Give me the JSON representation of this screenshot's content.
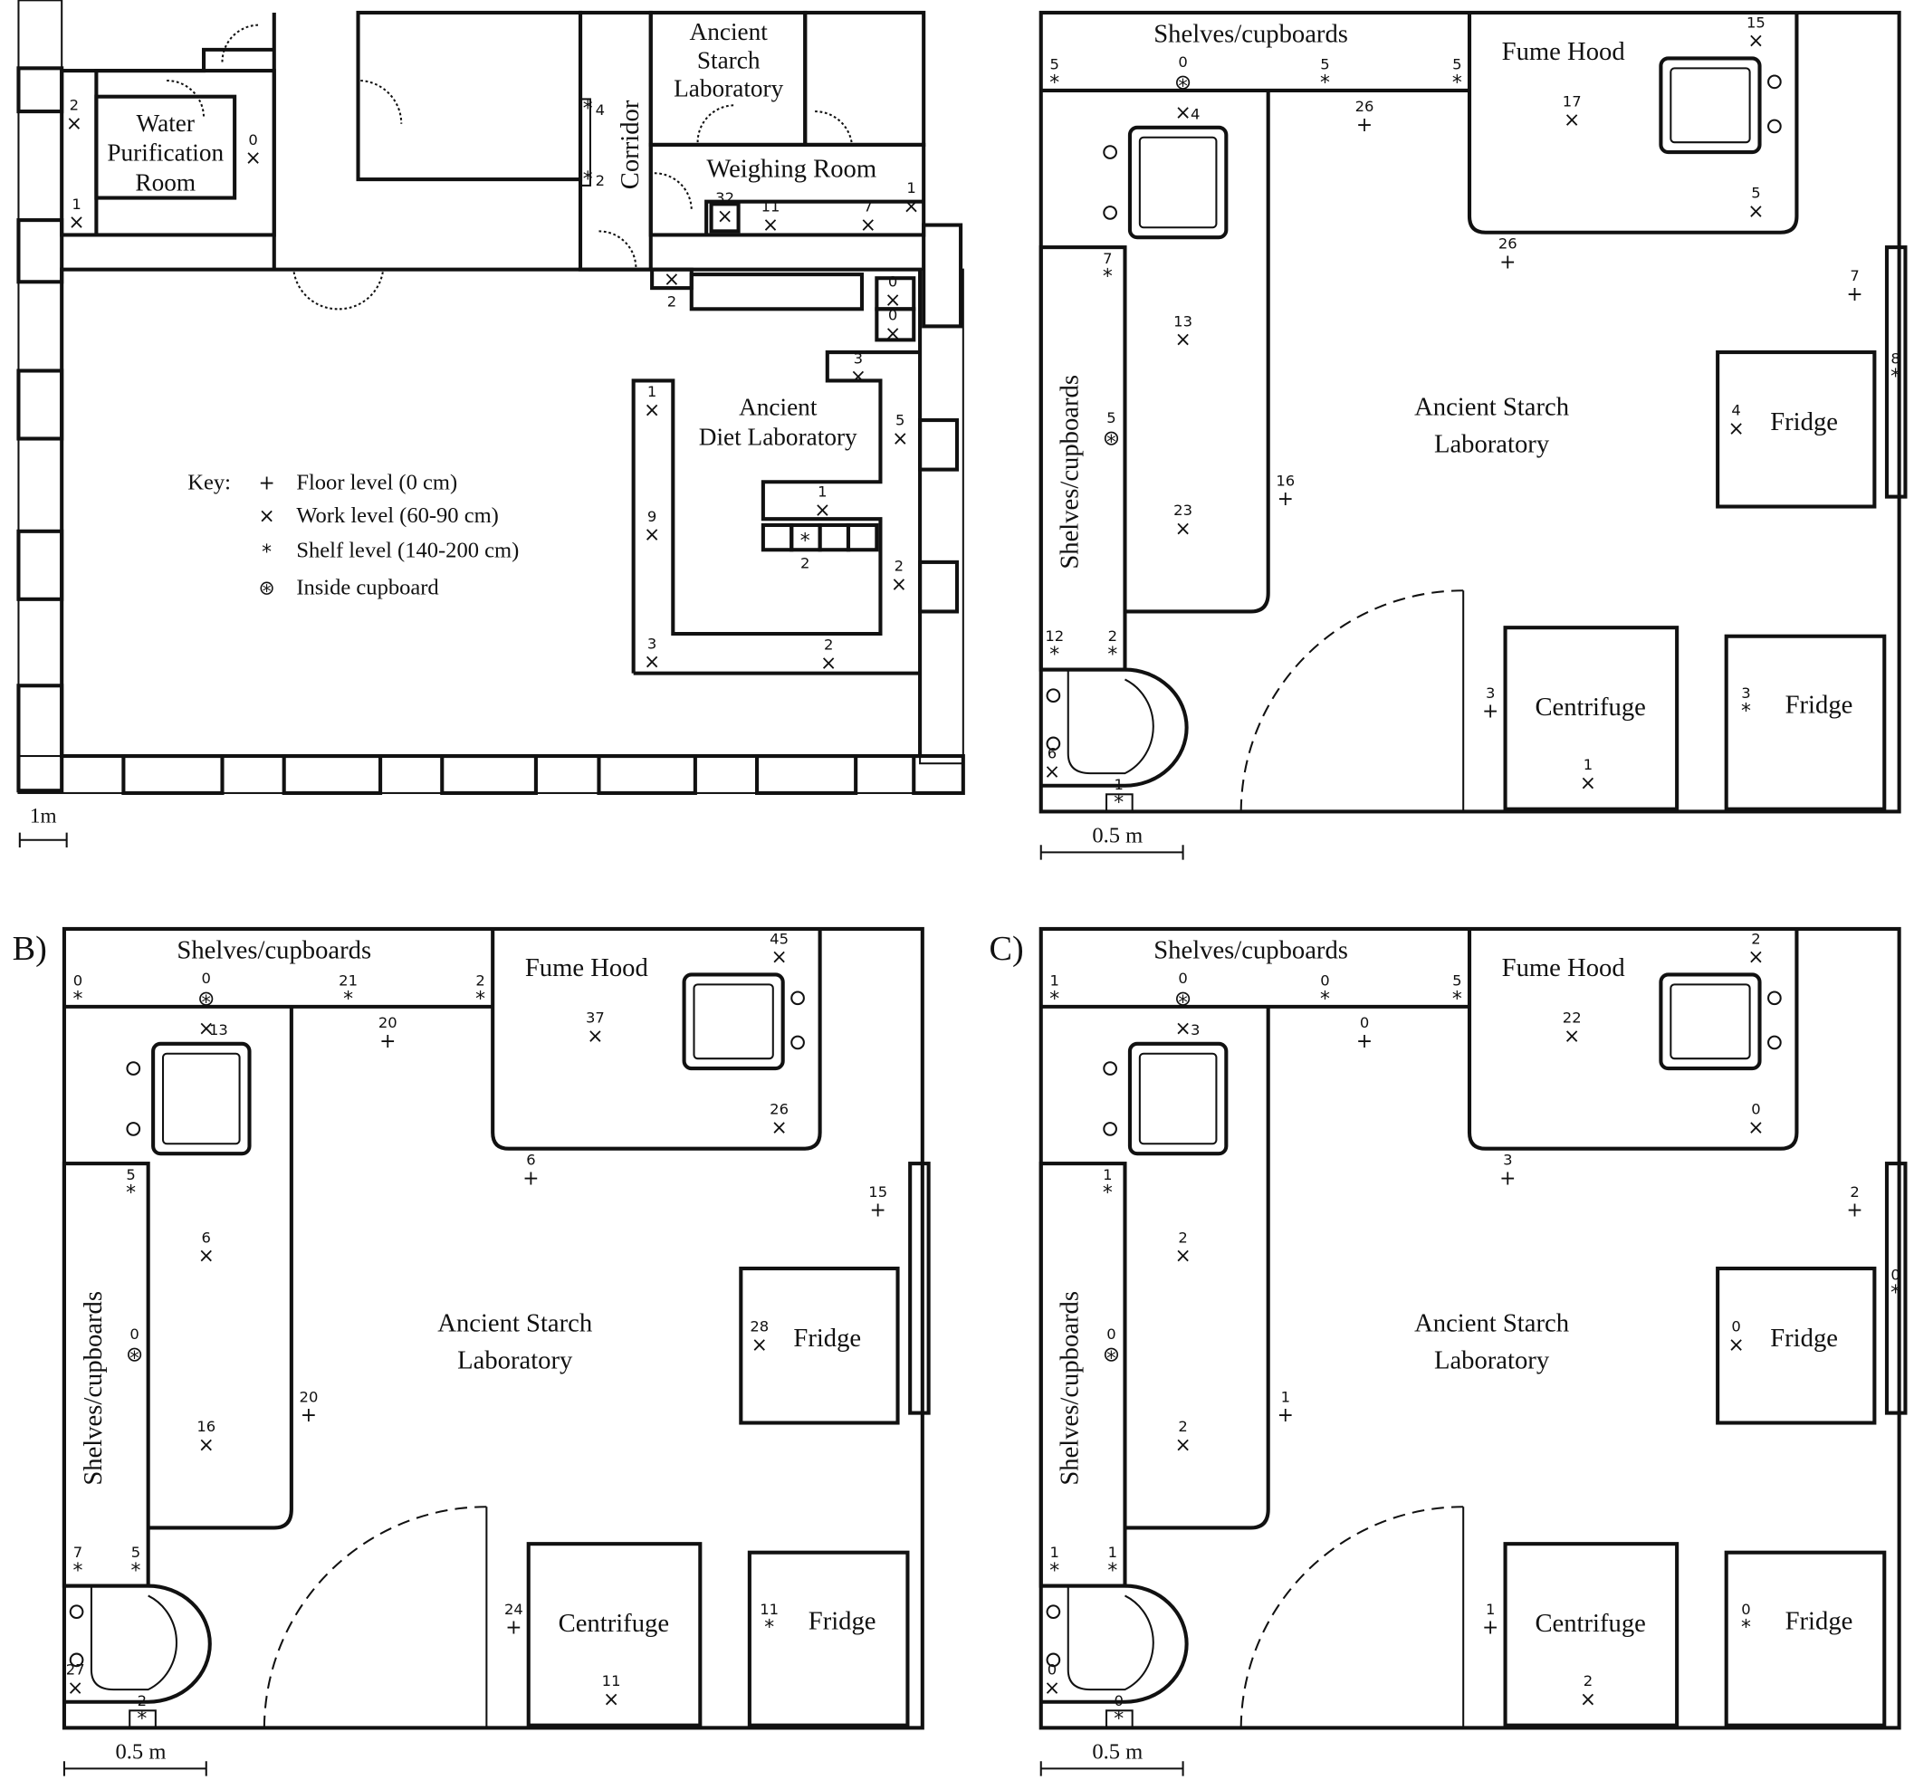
{
  "overview": {
    "rooms": {
      "water": [
        "Water",
        "Purification",
        "Room"
      ],
      "starch": [
        "Ancient",
        "Starch",
        "Laboratory"
      ],
      "corridor": "Corridor",
      "weighing": "Weighing Room",
      "diet": [
        "Ancient",
        "Diet Laboratory"
      ]
    },
    "key": {
      "title": "Key:",
      "items": [
        {
          "symbol": "+",
          "label": "Floor level (0 cm)"
        },
        {
          "symbol": "×",
          "label": "Work level (60-90 cm)"
        },
        {
          "symbol": "*",
          "label": "Shelf level (140-200 cm)"
        },
        {
          "symbol": "⊛",
          "label": "Inside cupboard"
        }
      ]
    },
    "scale": "1m",
    "markers": [
      {
        "type": "work",
        "value": "2"
      },
      {
        "type": "work",
        "value": "1"
      },
      {
        "type": "work",
        "value": "0"
      },
      {
        "type": "shelf",
        "value": "4"
      },
      {
        "type": "shelf",
        "value": "2"
      },
      {
        "type": "work",
        "value": "32"
      },
      {
        "type": "work",
        "value": "11"
      },
      {
        "type": "work",
        "value": "7"
      },
      {
        "type": "work",
        "value": "1"
      },
      {
        "type": "work",
        "value": "2"
      },
      {
        "type": "work",
        "value": "0"
      },
      {
        "type": "work",
        "value": "0"
      },
      {
        "type": "work",
        "value": "3"
      },
      {
        "type": "work",
        "value": "1"
      },
      {
        "type": "work",
        "value": "5"
      },
      {
        "type": "work",
        "value": "9"
      },
      {
        "type": "work",
        "value": "1"
      },
      {
        "type": "shelf",
        "value": "2"
      },
      {
        "type": "work",
        "value": "2"
      },
      {
        "type": "work",
        "value": "3"
      },
      {
        "type": "work",
        "value": "2"
      }
    ]
  },
  "panel_labels": {
    "shelves": "Shelves/cupboards",
    "fume_hood": "Fume Hood",
    "lab": [
      "Ancient Starch",
      "Laboratory"
    ],
    "fridge": "Fridge",
    "centrifuge": "Centrifuge",
    "scale": "0.5 m"
  },
  "panels": [
    {
      "letter": "",
      "values": [
        "5",
        "0",
        "5",
        "5",
        "4",
        "26",
        "17",
        "15",
        "5",
        "26",
        "7",
        "8",
        "4",
        "7",
        "13",
        "5",
        "23",
        "16",
        "12",
        "2",
        "6",
        "1",
        "3",
        "3",
        "1"
      ]
    },
    {
      "letter": "B)",
      "values": [
        "0",
        "0",
        "21",
        "2",
        "13",
        "20",
        "37",
        "45",
        "26",
        "6",
        "15",
        null,
        "28",
        "5",
        "6",
        "0",
        "16",
        "20",
        "7",
        "5",
        "27",
        "2",
        "24",
        "11",
        "11"
      ]
    },
    {
      "letter": "C)",
      "values": [
        "1",
        "0",
        "0",
        "5",
        "3",
        "0",
        "22",
        "2",
        "0",
        "3",
        "2",
        "0",
        "0",
        "1",
        "2",
        "0",
        "2",
        "1",
        "1",
        "1",
        "0",
        "0",
        "1",
        "0",
        "2"
      ]
    }
  ],
  "marker_types": [
    "shelf",
    "cupboard",
    "shelf",
    "shelf",
    "work",
    "floor",
    "work",
    "work",
    "work",
    "floor",
    "floor",
    "shelf",
    "work",
    "shelf",
    "work",
    "cupboard",
    "work",
    "floor",
    "shelf",
    "shelf",
    "work",
    "shelf",
    "floor",
    "shelf",
    "work"
  ]
}
